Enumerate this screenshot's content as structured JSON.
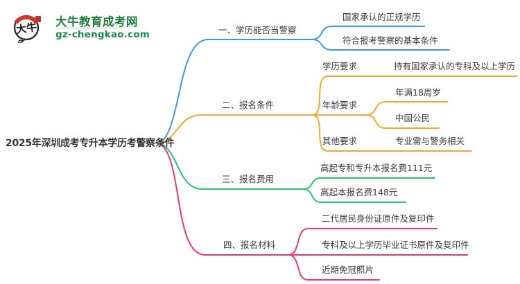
{
  "logo": {
    "icon_text": "大牛",
    "site_name": "大牛教育成考网",
    "site_domain": "gz-chengkao.com"
  },
  "colors": {
    "branch1": "#3e97ee",
    "branch2": "#f8a72a",
    "branch3": "#1fc86c",
    "branch4": "#f0337b",
    "text": "#3b3b3b",
    "logo_green": "#1e7e3c",
    "logo_red": "#ce372c"
  },
  "root": {
    "label": "2025年深圳成考专升本学历考警察条件"
  },
  "branches": [
    {
      "label": "一、学历能否当警察",
      "children": [
        {
          "label": "国家承认的正规学历"
        },
        {
          "label": "符合报考警察的基本条件"
        }
      ]
    },
    {
      "label": "二、报名条件",
      "children": [
        {
          "label": "学历要求",
          "children": [
            {
              "label": "持有国家承认的专科及以上学历"
            }
          ]
        },
        {
          "label": "年龄要求",
          "children": [
            {
              "label": "年满18周岁"
            },
            {
              "label": "中国公民"
            }
          ]
        },
        {
          "label": "其他要求",
          "children": [
            {
              "label": "专业需与警务相关"
            }
          ]
        }
      ]
    },
    {
      "label": "三、报名费用",
      "children": [
        {
          "label": "高起专和专升本报名费111元"
        },
        {
          "label": "高起本报名费148元"
        }
      ]
    },
    {
      "label": "四、报名材料",
      "children": [
        {
          "label": "二代居民身份证原件及复印件"
        },
        {
          "label": "专科及以上学历毕业证书原件及复印件"
        },
        {
          "label": "近期免冠照片"
        }
      ]
    }
  ]
}
